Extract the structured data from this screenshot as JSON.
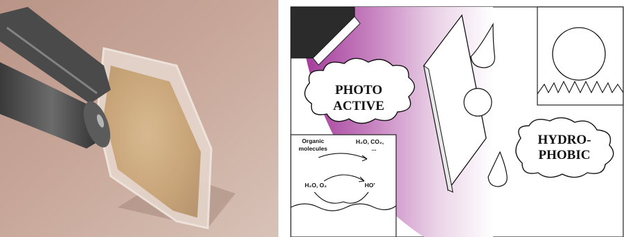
{
  "left_panel": {
    "photo_icon": "photograph-of-film-held-by-tweezers"
  },
  "right_panel": {
    "photo_active_label": {
      "line1": "PHOTO",
      "line2": "ACTIVE"
    },
    "hydrophobic_label": {
      "line1": "HYDRO-",
      "line2": "PHOBIC"
    },
    "reaction_box": {
      "organic_line1": "Organic",
      "organic_line2": "molecules",
      "products_top": "H₂O, CO₂,",
      "products_dots": "...",
      "reactants_bottom": "H₂O, O₂",
      "radical": "HO'"
    },
    "colors": {
      "uv_purple": "#a23a99",
      "lamp_dark": "#2b2b2b"
    }
  }
}
